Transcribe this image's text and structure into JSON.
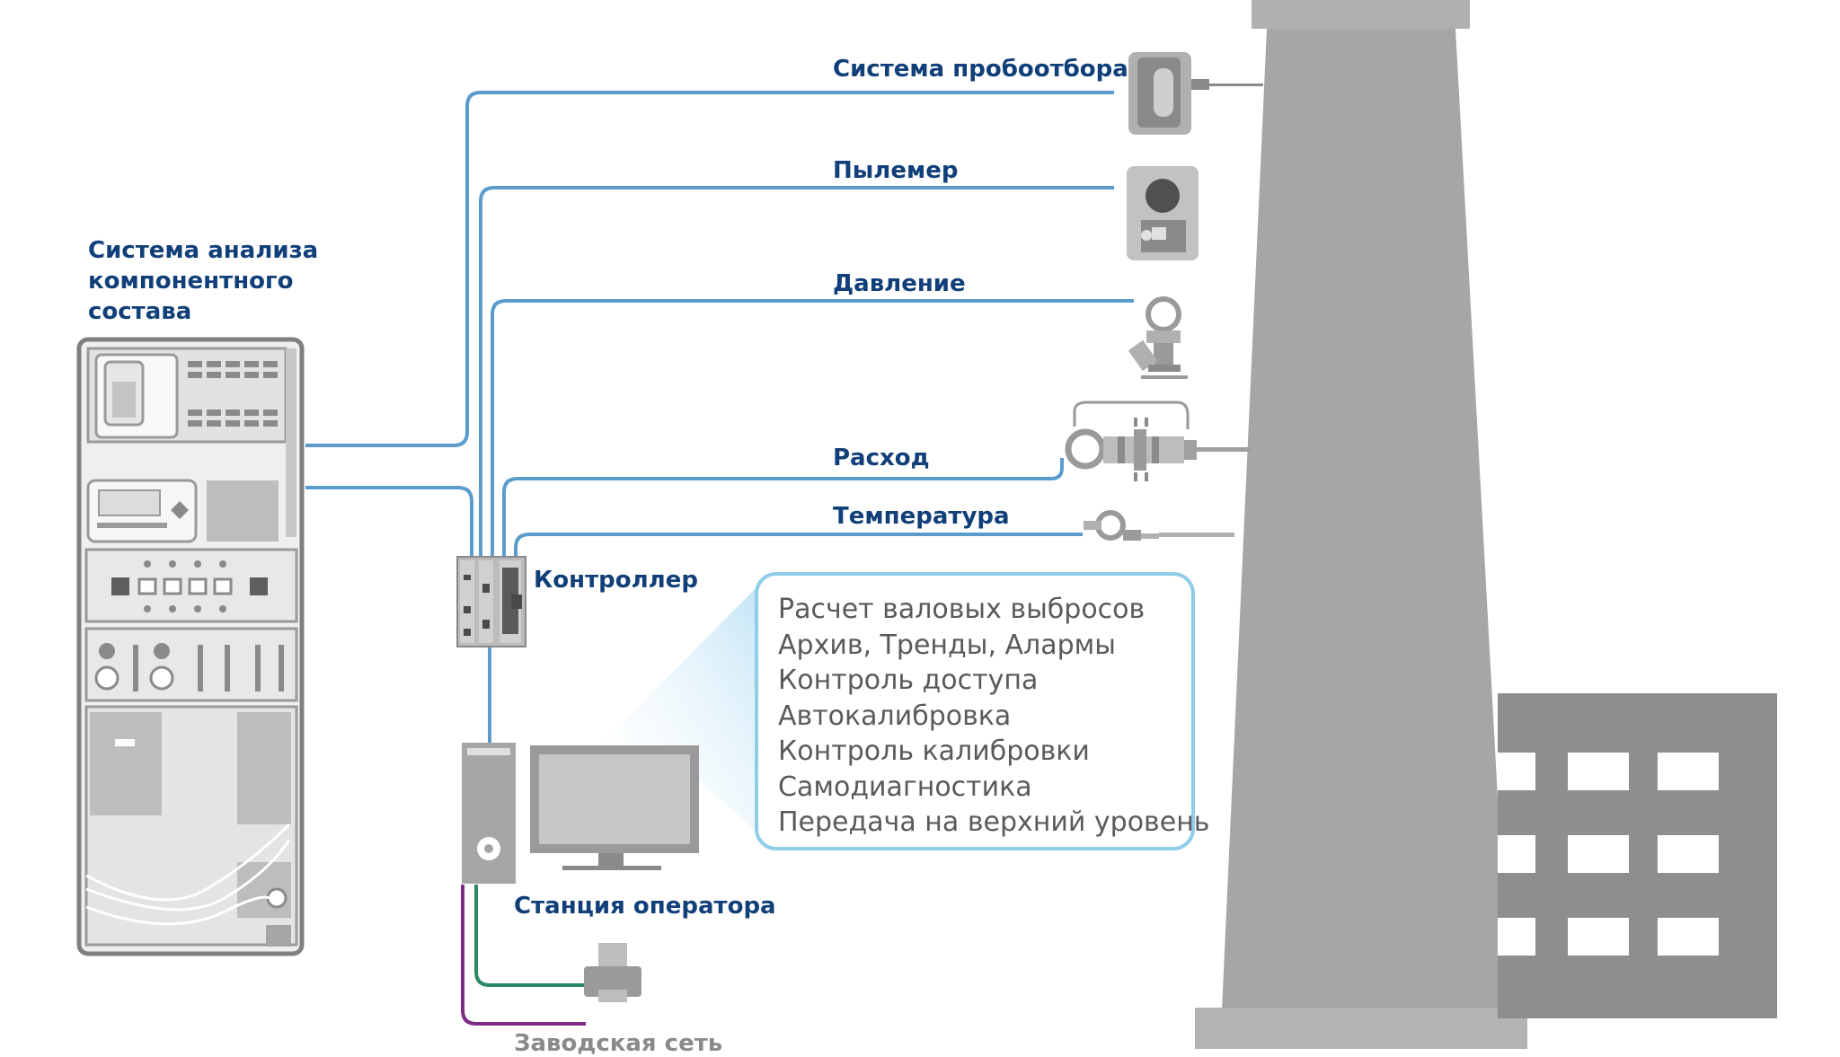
{
  "labels": {
    "analyzer": "Система анализа компонентного состава",
    "sampling": "Система пробоотбора",
    "dust": "Пылемер",
    "pressure": "Давление",
    "flow": "Расход",
    "temperature": "Температура",
    "controller": "Контроллер",
    "operator_station": "Станция оператора",
    "plant_network": "Заводская сеть"
  },
  "functions": [
    "Расчет валовых выбросов",
    "Архив, Тренды, Алармы",
    "Контроль доступа",
    "Автокалибровка",
    "Контроль калибровки",
    "Самодиагностика",
    "Передача на верхний уровень"
  ],
  "colors": {
    "signal_line": "#5b9ccd",
    "printer_line": "#2a8a63",
    "network_line": "#7b2c83",
    "label_text": "#103f79",
    "callout_border": "#8fcde9",
    "equipment_gray": "#a6a6a6",
    "building_gray": "#8e8e8e"
  }
}
